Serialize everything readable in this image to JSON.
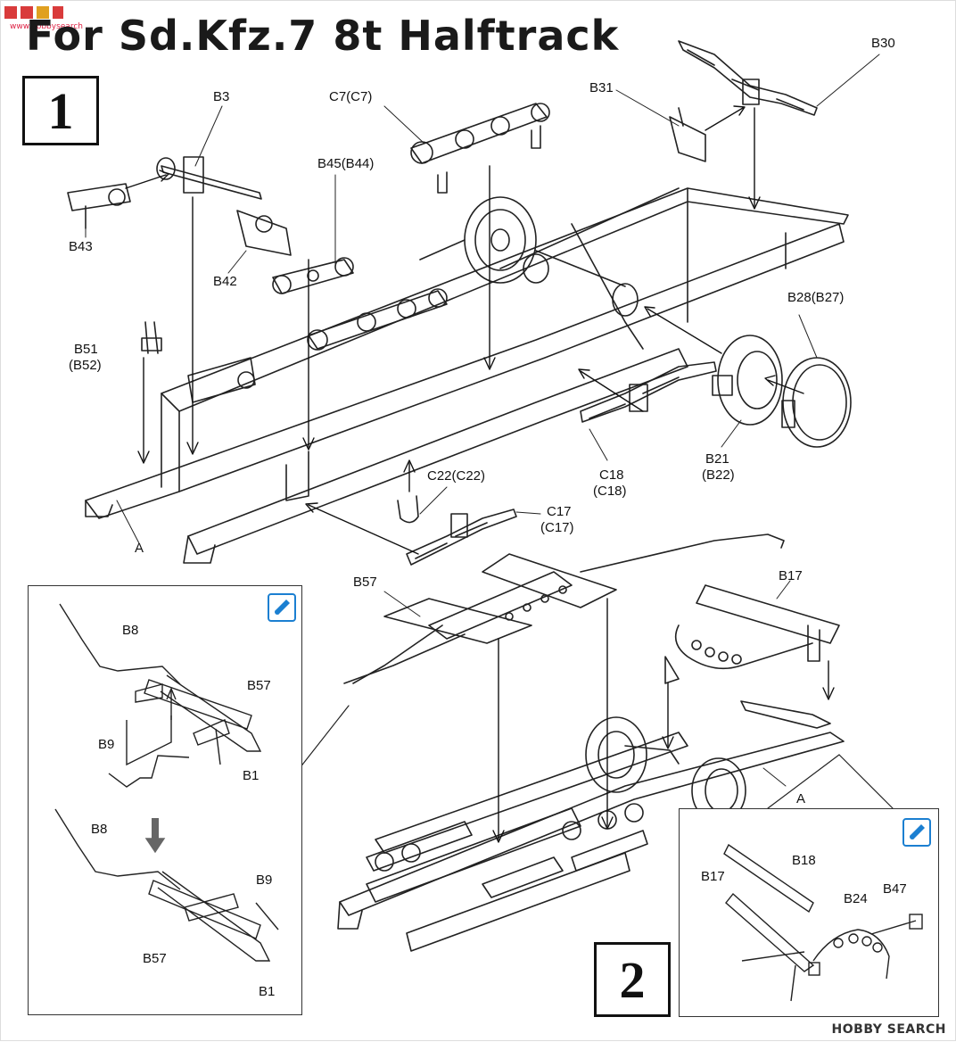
{
  "title": "For Sd.Kfz.7 8t Halftrack",
  "watermark": {
    "text": "www.hobbysearch"
  },
  "steps": [
    {
      "number": "1"
    },
    {
      "number": "2"
    }
  ],
  "step1_labels": {
    "b3": "B3",
    "b43": "B43",
    "b42": "B42",
    "b45": "B45(B44)",
    "c7": "C7(C7)",
    "b31": "B31",
    "b30": "B30",
    "b28": "B28(B27)",
    "b51a": "B51",
    "b51b": "(B52)",
    "b21a": "B21",
    "b21b": "(B22)",
    "c18a": "C18",
    "c18b": "(C18)",
    "c22": "C22(C22)",
    "c17a": "C17",
    "c17b": "(C17)",
    "a": "A"
  },
  "inset_left": {
    "b8_top": "B8",
    "b57": "B57",
    "b9": "B9",
    "b1": "B1",
    "b8_bottom": "B8",
    "b9_bottom": "B9",
    "b57_bottom": "B57",
    "b1_bottom": "B1"
  },
  "step2_labels": {
    "b57": "B57",
    "b17": "B17",
    "a": "A"
  },
  "inset_right": {
    "b17": "B17",
    "b18": "B18",
    "b24": "B24",
    "b47": "B47"
  },
  "footer": {
    "brand": "HOBBY SEARCH"
  },
  "icons": [
    "tool-icon",
    "arrow-down-icon"
  ]
}
